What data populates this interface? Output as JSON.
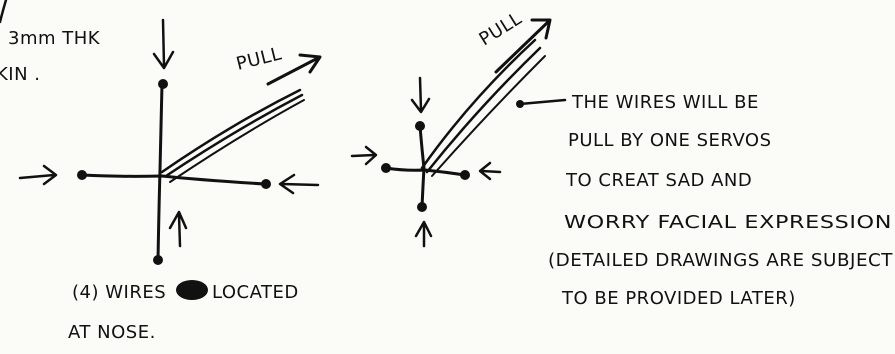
{
  "notes": {
    "top_left_line1": "3mm THK",
    "top_left_line2": "KIN .",
    "pull_left": "PULL",
    "pull_right": "PULL",
    "left_caption_line1": "(4) WIRES",
    "left_caption_line1b": "LOCATED",
    "left_caption_line2": "AT NOSE.",
    "right_note_line1": "THE WIRES WILL BE",
    "right_note_line2": "PULL BY ONE SERVOS",
    "right_note_line3": "TO CREAT SAD AND",
    "right_note_line4": "WORRY FACIAL EXPRESSION",
    "right_note_line5": "(DETAILED DRAWINGS ARE SUBJECT",
    "right_note_line6": "TO BE PROVIDED LATER)"
  }
}
